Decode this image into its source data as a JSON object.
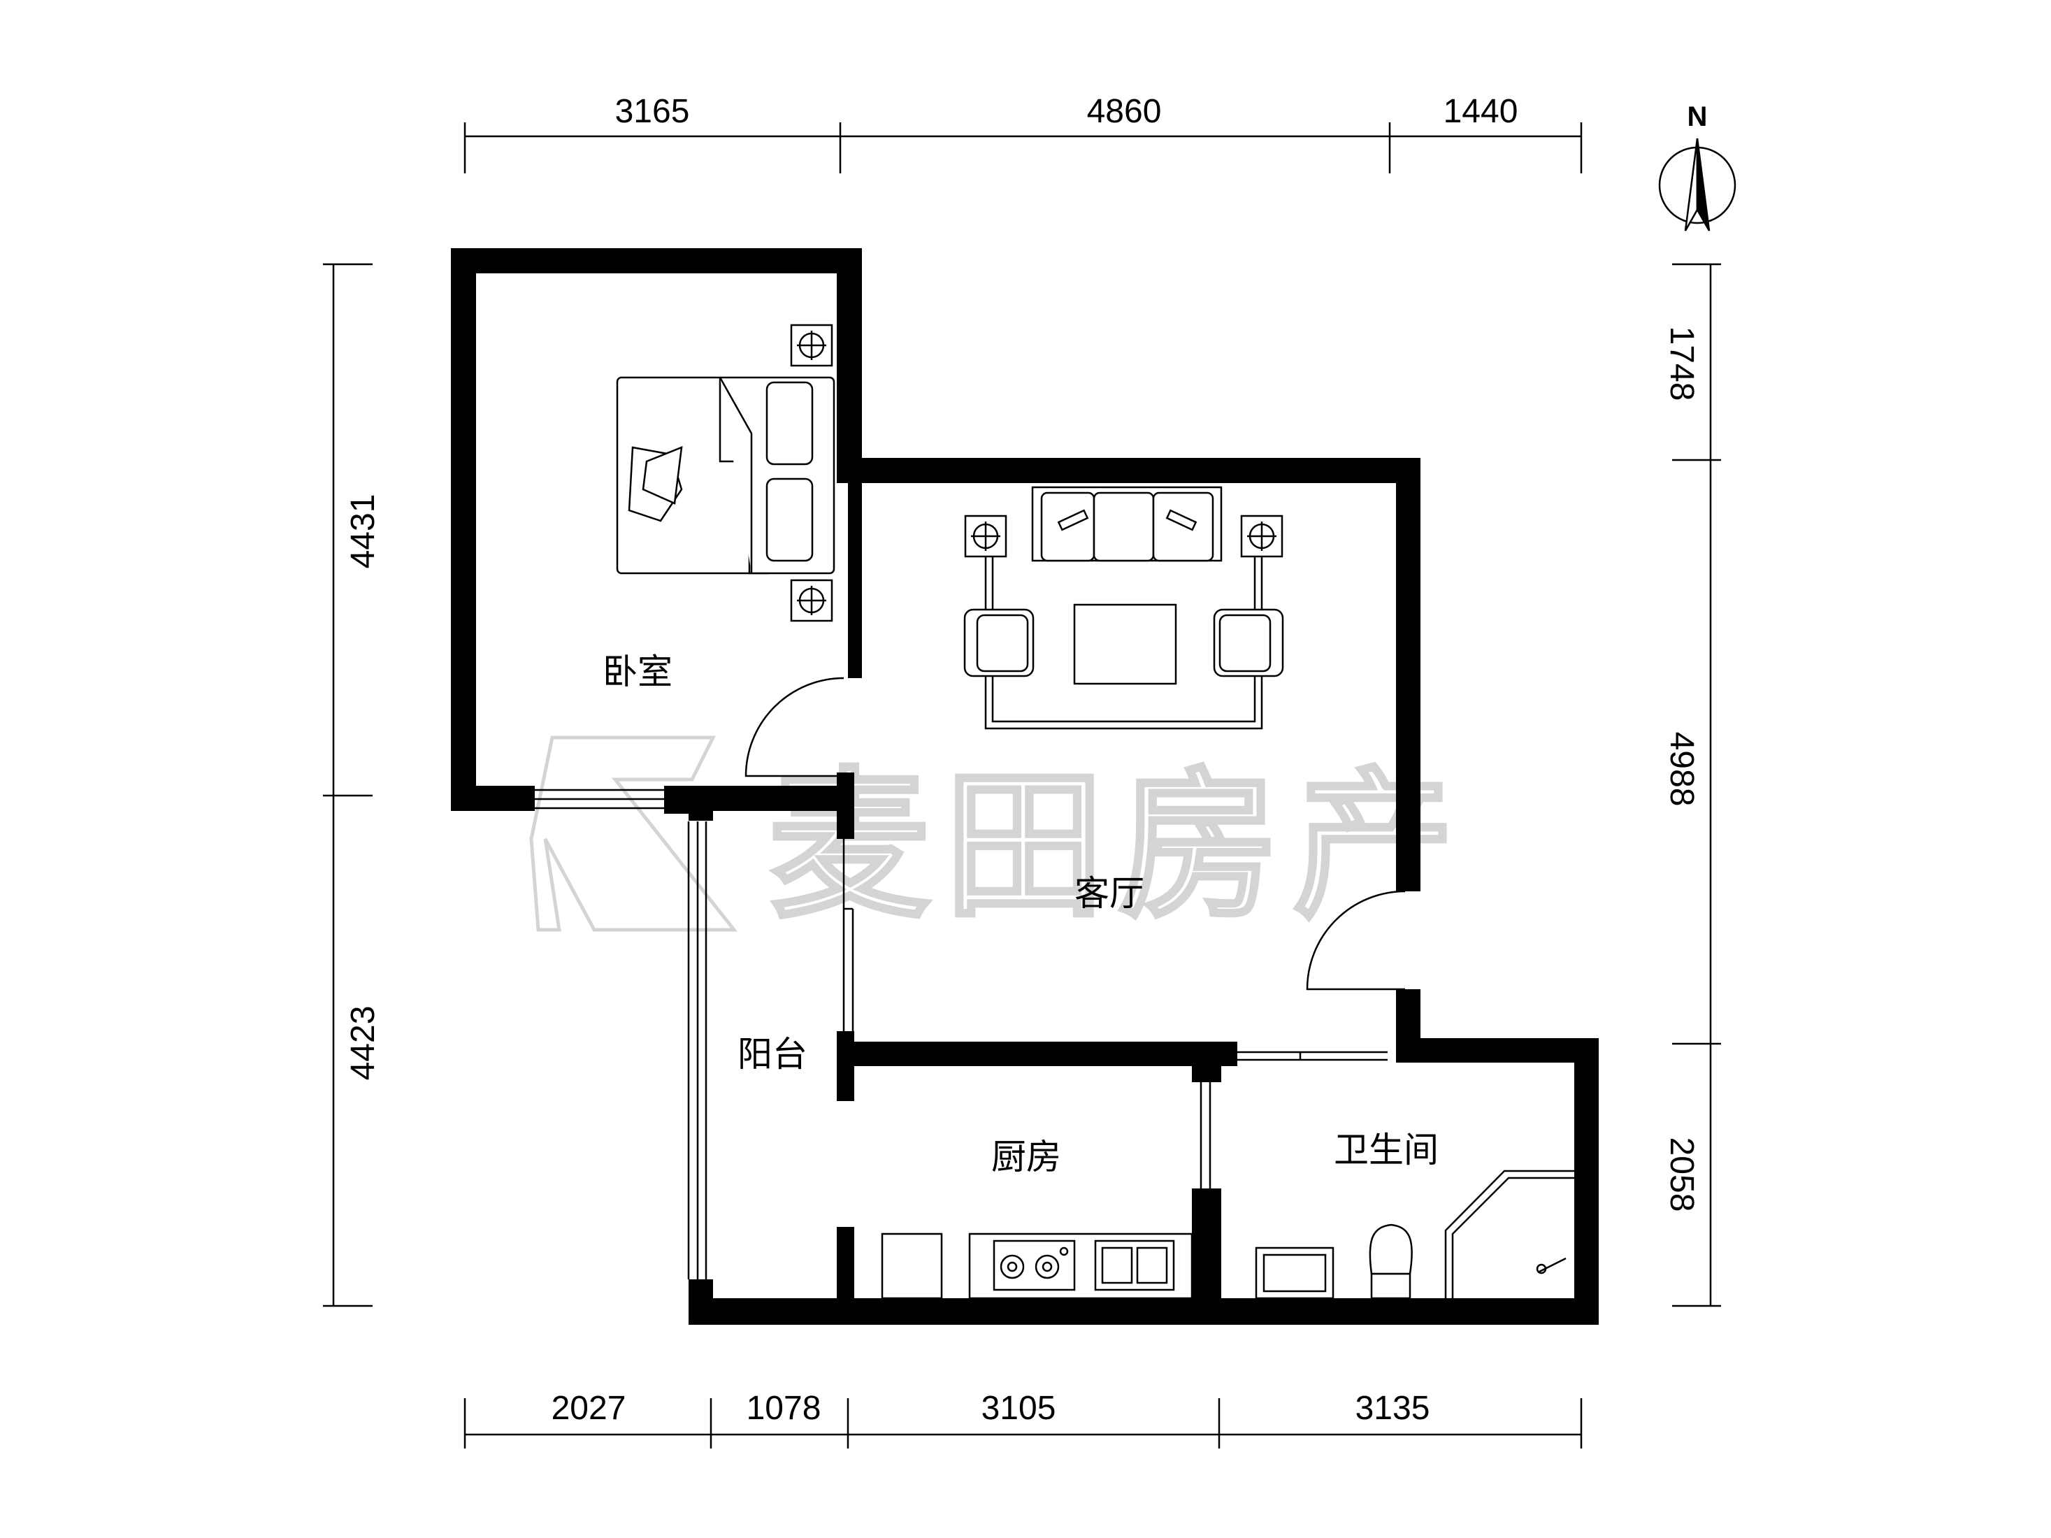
{
  "plan": {
    "rooms": {
      "bedroom": "卧室",
      "living_room": "客厅",
      "balcony": "阳台",
      "kitchen": "厨房",
      "bathroom": "卫生间"
    },
    "dimensions": {
      "top": [
        "3165",
        "4860",
        "1440"
      ],
      "bottom": [
        "2027",
        "1078",
        "3105",
        "3135"
      ],
      "left": [
        "4431",
        "4423"
      ],
      "right": [
        "1748",
        "4988",
        "2058"
      ]
    },
    "north_label": "N",
    "watermark": "麦田房产"
  }
}
